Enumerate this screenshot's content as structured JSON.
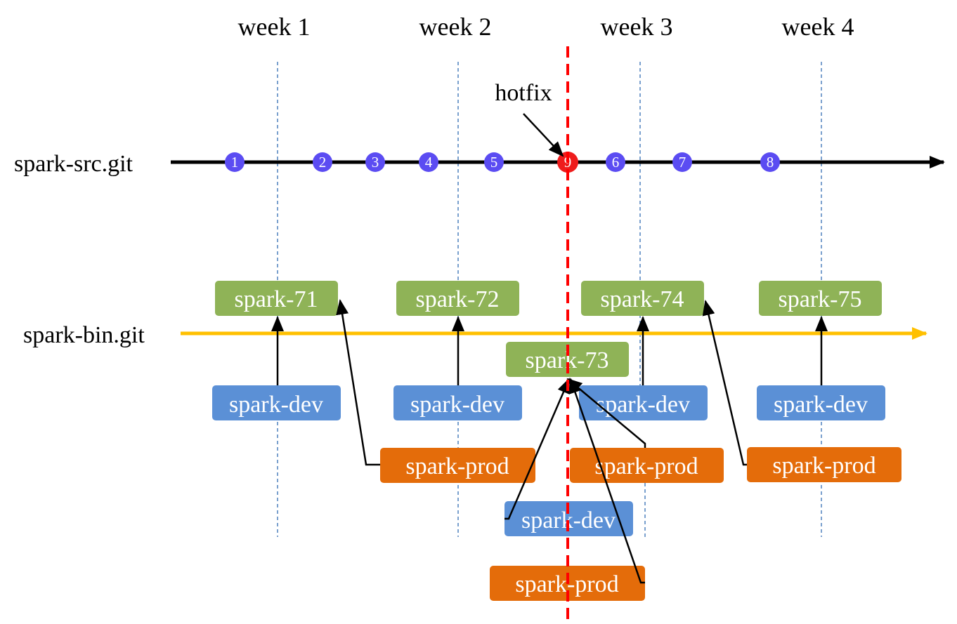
{
  "weeks": [
    "week 1",
    "week 2",
    "week 3",
    "week 4"
  ],
  "repos": {
    "src": "spark-src.git",
    "bin": "spark-bin.git"
  },
  "hotfix_label": "hotfix",
  "commits": [
    "1",
    "2",
    "3",
    "4",
    "5",
    "6",
    "7",
    "8"
  ],
  "hotfix_commit": "9",
  "releases": [
    "spark-71",
    "spark-72",
    "spark-73",
    "spark-74",
    "spark-75"
  ],
  "builds": {
    "dev": "spark-dev",
    "prod": "spark-prod"
  },
  "colors": {
    "commit": "#5b4cf2",
    "hotfix_commit": "#ee1c1c",
    "release": "#8fb357",
    "dev": "#5b90d6",
    "prod": "#e46c0a",
    "bin_line": "#ffc000",
    "week_line": "#4f81bd",
    "hotfix_line": "#ff0000"
  }
}
